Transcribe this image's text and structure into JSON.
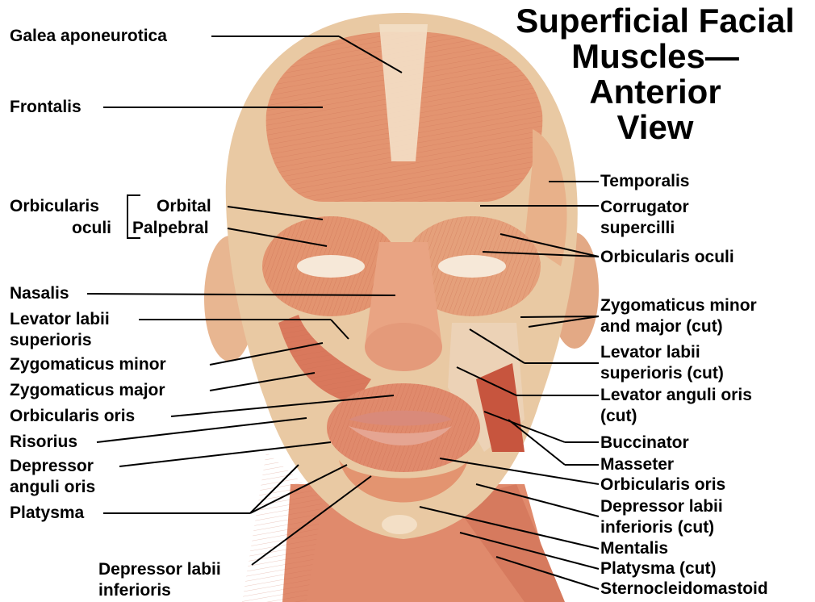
{
  "title": [
    "Superficial Facial",
    "Muscles—",
    "Anterior",
    "View"
  ],
  "labels": {
    "galea": "Galea aponeurotica",
    "frontalis": "Frontalis",
    "orbicularis_oculi_group": [
      "Orbicularis",
      "oculi"
    ],
    "orbital": "Orbital",
    "palpebral": "Palpebral",
    "nasalis": "Nasalis",
    "levator_labii_sup": [
      "Levator labii",
      "superioris"
    ],
    "zygomaticus_minor": "Zygomaticus minor",
    "zygomaticus_major": "Zygomaticus major",
    "orbicularis_oris_left": "Orbicularis oris",
    "risorius": "Risorius",
    "depressor_anguli": [
      "Depressor",
      "anguli oris"
    ],
    "platysma_left": "Platysma",
    "depressor_labii_inf_left": [
      "Depressor labii",
      "inferioris"
    ],
    "temporalis": "Temporalis",
    "corrugator": [
      "Corrugator",
      "supercilli"
    ],
    "orbicularis_oculi_right": "Orbicularis oculi",
    "zygomaticus_cut": [
      "Zygomaticus minor",
      "and major (cut)"
    ],
    "levator_labii_cut": [
      "Levator labii",
      "superioris (cut)"
    ],
    "levator_anguli_cut": [
      "Levator anguli oris",
      "(cut)"
    ],
    "buccinator": "Buccinator",
    "masseter": "Masseter",
    "orbicularis_oris_right": "Orbicularis oris",
    "depressor_labii_cut": [
      "Depressor labii",
      "inferioris (cut)"
    ],
    "mentalis": "Mentalis",
    "platysma_cut": "Platysma (cut)",
    "sternocleidomastoid": "Sternocleidomastoid"
  },
  "colors": {
    "skin": "#e9c9a3",
    "muscle": "#e39470",
    "muscle_dark": "#c95f45",
    "tendon": "#f3dfc6",
    "eye": "#f6e8d8",
    "lip": "#d98a7a",
    "leader": "#000000"
  }
}
